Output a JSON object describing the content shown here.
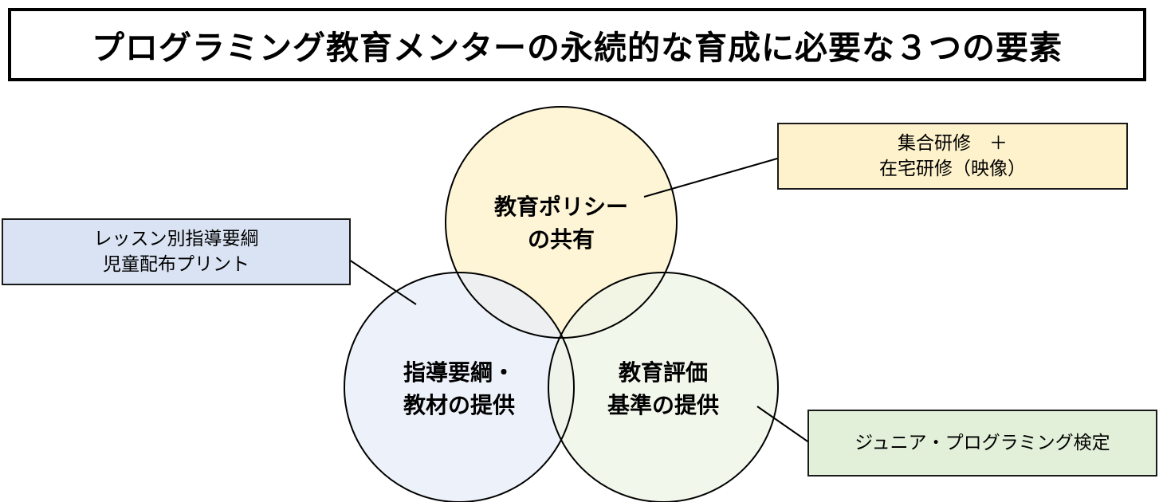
{
  "title": "プログラミング教育メンターの永続的な育成に必要な３つの要素",
  "circles": [
    {
      "lines": [
        "教育ポリシー",
        "の共有"
      ],
      "fill": "#fdf2cc"
    },
    {
      "lines": [
        "指導要綱・",
        "教材の提供"
      ],
      "fill": "#e9eef8"
    },
    {
      "lines": [
        "教育評価",
        "基準の提供"
      ],
      "fill": "#eff5e7"
    }
  ],
  "notes": {
    "top": {
      "lines": [
        "集合研修　＋",
        "在宅研修（映像）"
      ],
      "fill": "#fdf2cc"
    },
    "left": {
      "lines": [
        "レッスン別指導要綱",
        "児童配布プリント"
      ],
      "fill": "#dae3f3"
    },
    "right": {
      "lines": [
        "ジュニア・プログラミング検定"
      ],
      "fill": "#e2efd9"
    }
  },
  "colors": {
    "outline": "#000000"
  }
}
